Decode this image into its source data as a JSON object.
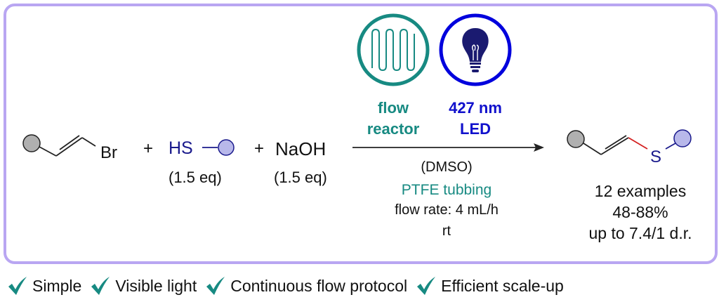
{
  "reactants": {
    "substrate_leaving_group": "Br",
    "plus1": "+",
    "thiol": "HS",
    "thiol_eq": "(1.5 eq)",
    "plus2": "+",
    "base": "NaOH",
    "base_eq": "(1.5 eq)"
  },
  "conditions": {
    "flow_label_1": "flow",
    "flow_label_2": "reactor",
    "led_label_1": "427 nm",
    "led_label_2": "LED",
    "solvent": "(DMSO)",
    "tubing": "PTFE tubbing",
    "flow_rate": "flow rate: 4 mL/h",
    "temperature": "rt"
  },
  "product": {
    "heteroatom": "S",
    "examples": "12 examples",
    "yield": "48-88%",
    "dr": "up to 7.4/1 d.r."
  },
  "features": [
    "Simple",
    "Visible light",
    "Continuous flow protocol",
    "Efficient scale-up"
  ],
  "colors": {
    "frame": "#b9a6f2",
    "teal": "#178a82",
    "blue": "#1010cc",
    "navy": "#1a1a8c",
    "gray_ball": "#b0b0b0",
    "lilac_ball": "#b8b8ea",
    "red_bond": "#d42020"
  }
}
